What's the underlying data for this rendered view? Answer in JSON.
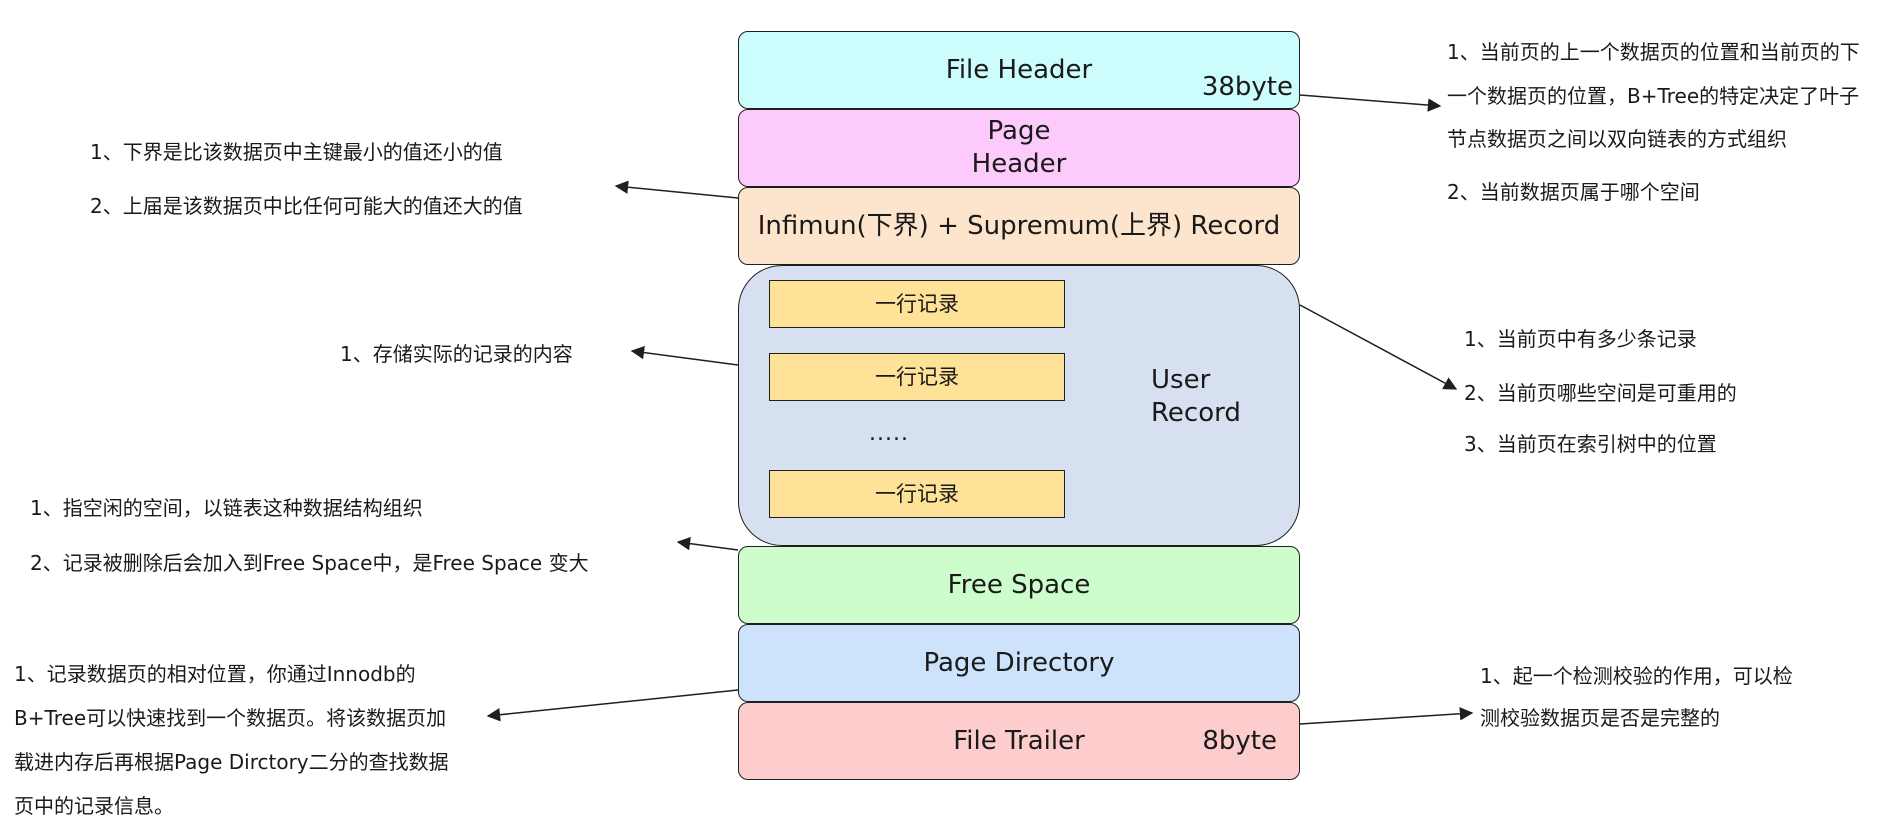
{
  "blocks": {
    "file_header": {
      "label": "File Header",
      "size": "38byte"
    },
    "page_header": {
      "label": "Page\nHeader"
    },
    "infimum_supremum": {
      "label": "Infimun(下界) + Supremum(上界) Record"
    },
    "user_record": {
      "label": "User\nRecord",
      "row_label": "一行记录",
      "ellipsis": "....."
    },
    "free_space": {
      "label": "Free Space"
    },
    "page_directory": {
      "label": "Page Directory"
    },
    "file_trailer": {
      "label": "File Trailer",
      "size": "8byte"
    }
  },
  "notes": {
    "file_header": {
      "line1": "1、当前页的上一个数据页的位置和当前页的下",
      "line2": "一个数据页的位置，B+Tree的特定决定了叶子",
      "line3": "节点数据页之间以双向链表的方式组织",
      "line4": "2、当前数据页属于哪个空间"
    },
    "infimum": {
      "line1": "1、下界是比该数据页中主键最小的值还小的值",
      "line2": "2、上届是该数据页中比任何可能大的值还大的值"
    },
    "user_record_left": {
      "line1": "1、存储实际的记录的内容"
    },
    "user_record_right": {
      "line1": "1、当前页中有多少条记录",
      "line2": "2、当前页哪些空间是可重用的",
      "line3": "3、当前页在索引树中的位置"
    },
    "free_space": {
      "line1": "1、指空闲的空间，以链表这种数据结构组织",
      "line2": "2、记录被删除后会加入到Free Space中，是Free Space 变大"
    },
    "page_directory": {
      "line1": "1、记录数据页的相对位置，你通过Innodb的",
      "line2": "B+Tree可以快速找到一个数据页。将该数据页加",
      "line3": "载进内存后再根据Page Dirctory二分的查找数据",
      "line4": "页中的记录信息。"
    },
    "file_trailer": {
      "line1": "1、起一个检测校验的作用，可以检",
      "line2": "测校验数据页是否是完整的"
    }
  }
}
